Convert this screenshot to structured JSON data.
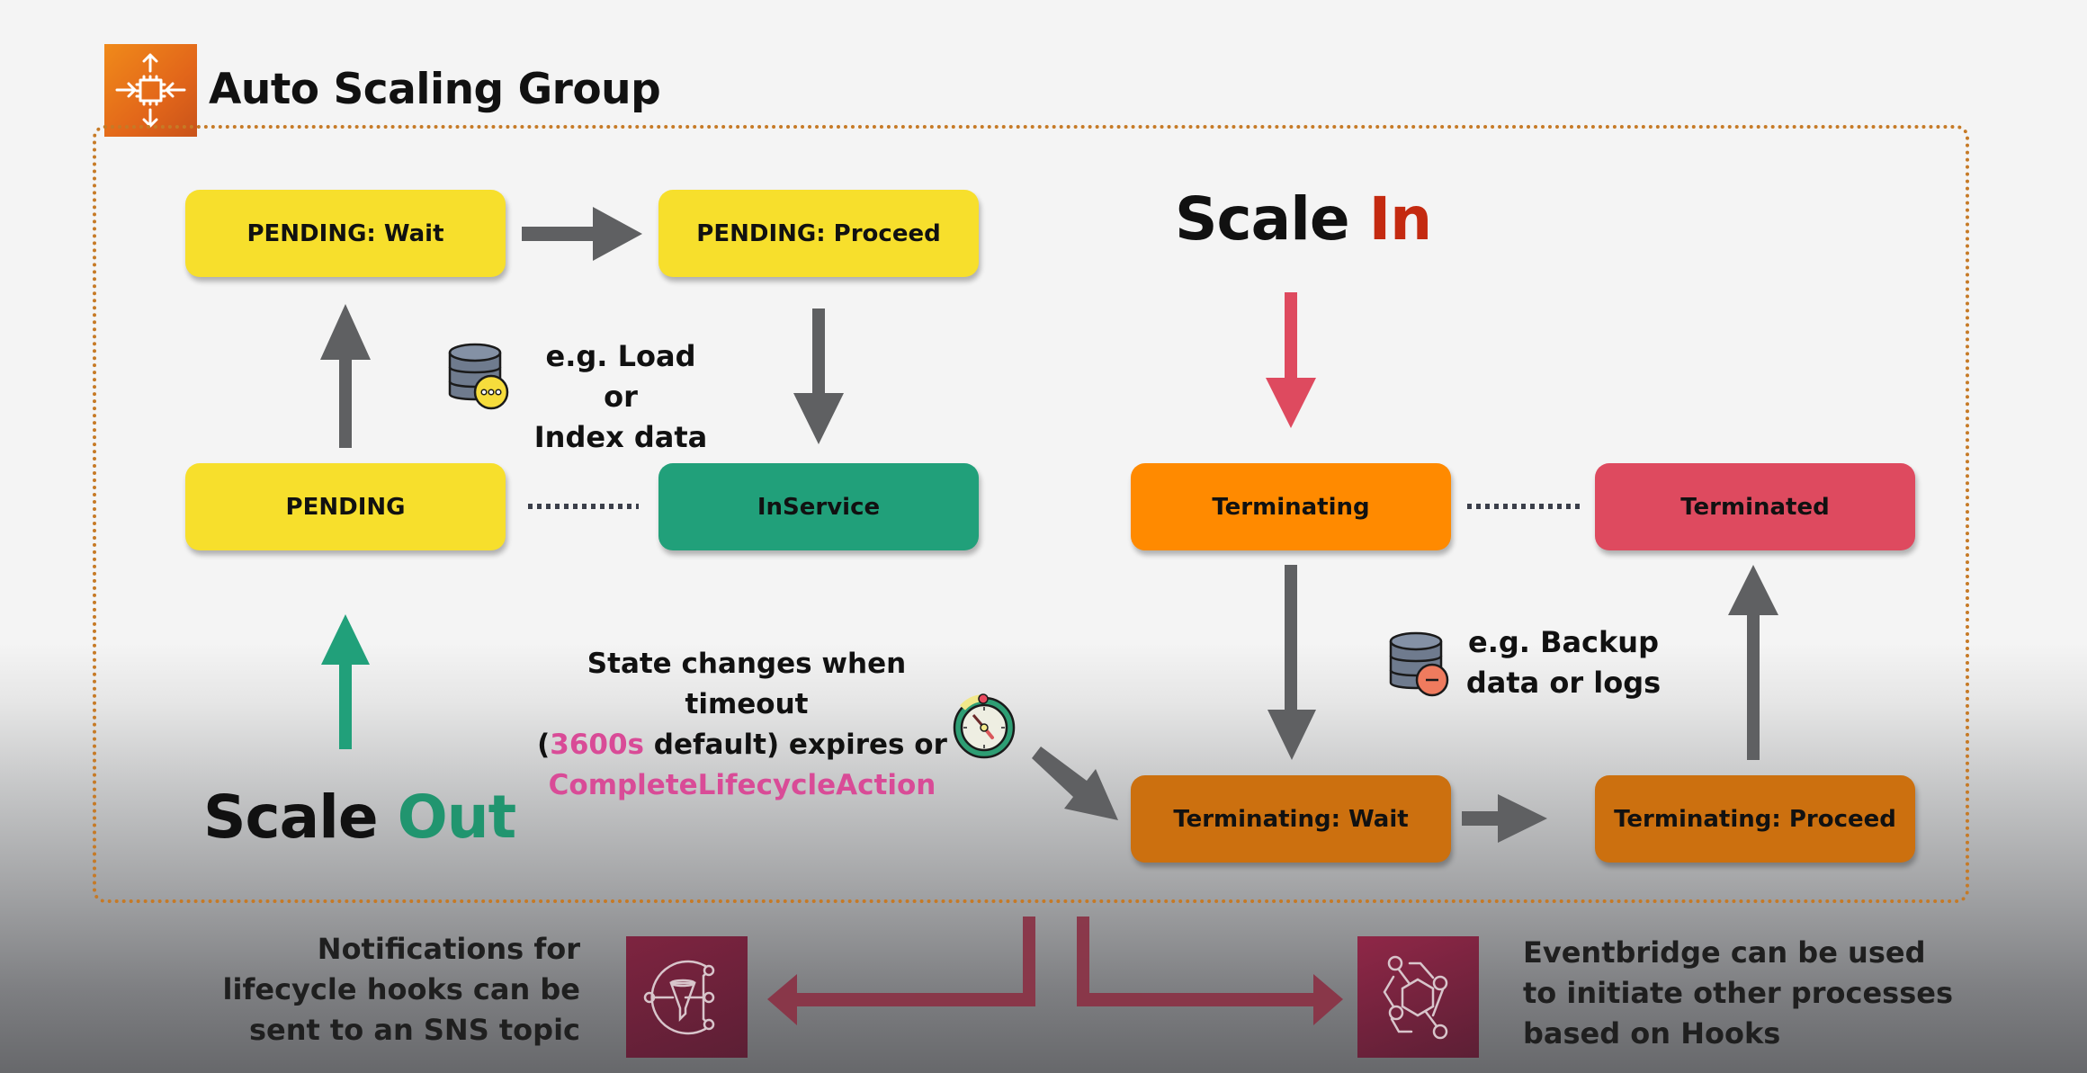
{
  "header": {
    "title": "Auto Scaling Group",
    "icon": "auto-scaling-icon",
    "icon_color": "#e2661a"
  },
  "scale_out": {
    "prefix": "Scale",
    "highlight": "Out",
    "highlight_color": "#21956f"
  },
  "scale_in": {
    "prefix": "Scale",
    "highlight": "In",
    "highlight_color": "#c42a10"
  },
  "states": {
    "pending_wait": {
      "label": "PENDING: Wait",
      "color": "#f7df2c"
    },
    "pending_proceed": {
      "label": "PENDING: Proceed",
      "color": "#f7df2c"
    },
    "pending": {
      "label": "PENDING",
      "color": "#f7df2c"
    },
    "inservice": {
      "label": "InService",
      "color": "#21a07a"
    },
    "terminating": {
      "label": "Terminating",
      "color": "#ff8a00"
    },
    "terminated": {
      "label": "Terminated",
      "color": "#de4a5f"
    },
    "terminating_wait": {
      "label": "Terminating: Wait",
      "color": "#cc700f"
    },
    "terminating_proceed": {
      "label": "Terminating: Proceed",
      "color": "#cc700f"
    }
  },
  "notes": {
    "load_line1": "e.g. Load or",
    "load_line2": "Index data",
    "backup_line1": "e.g. Backup",
    "backup_line2": "data or logs",
    "timeout_line1": "State changes when timeout",
    "timeout_open": "(",
    "timeout_value": "3600s",
    "timeout_rest": " default) expires or",
    "timeout_action": "CompleteLifecycleAction"
  },
  "bottom": {
    "sns_line1": "Notifications for",
    "sns_line2": "lifecycle hooks can be",
    "sns_line3": "sent to an SNS topic",
    "eventbridge_line1": "Eventbridge can be used",
    "eventbridge_line2": "to initiate other processes",
    "eventbridge_line3": "based on Hooks",
    "service_icon_color": "#7a1f3d"
  },
  "colors": {
    "arrow_gray": "#5f6062",
    "arrow_red": "#de4a5f",
    "arrow_green": "#21a07a",
    "connector_maroon": "#8f3346",
    "border_orange": "#c67a26"
  }
}
